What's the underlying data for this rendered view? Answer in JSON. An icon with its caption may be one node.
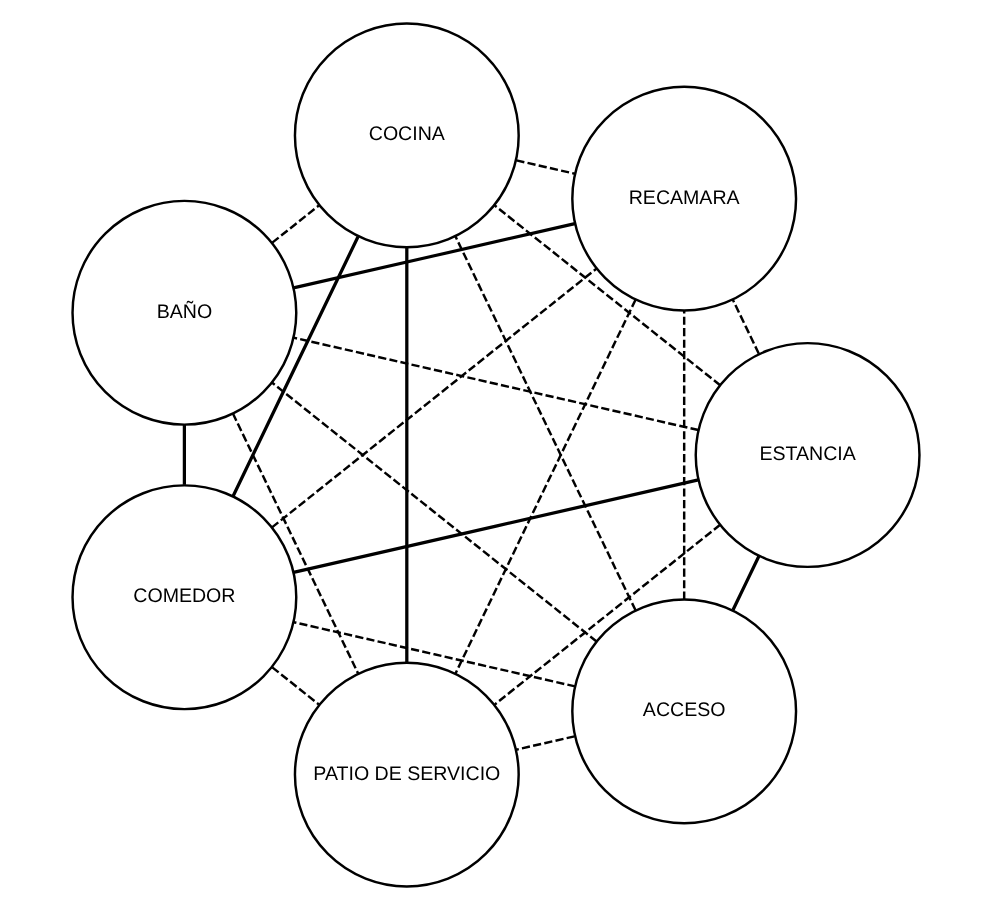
{
  "diagram": {
    "nodes": [
      {
        "text": [
          "ACCESO"
        ]
      },
      {
        "text": [
          "ESTANCIA"
        ]
      },
      {
        "text": [
          "COMEDOR"
        ]
      },
      {
        "text": [
          "BAÑO"
        ]
      },
      {
        "text": [
          "COCINA"
        ]
      },
      {
        "text": [
          "RECAMARA"
        ]
      },
      {
        "text": [
          "PATIO DE SERVICIO"
        ]
      }
    ],
    "edges": [
      {
        "from": 0,
        "to": 1,
        "arrow": "none"
      },
      {
        "from": 1,
        "to": 2,
        "arrow": "none"
      },
      {
        "from": 2,
        "to": 3,
        "arrow": "none"
      },
      {
        "from": 2,
        "to": 4,
        "arrow": "none"
      },
      {
        "from": 4,
        "to": 6,
        "arrow": "none"
      },
      {
        "from": 3,
        "to": 5,
        "arrow": "none"
      },
      {
        "from": 0,
        "to": 2,
        "arrow": "none",
        "style": "dashed"
      },
      {
        "from": 1,
        "to": 3,
        "arrow": "none",
        "style": "dashed"
      },
      {
        "from": 0,
        "to": 3,
        "arrow": "none",
        "style": "dashed"
      },
      {
        "from": 0,
        "to": 4,
        "arrow": "none",
        "style": "dashed"
      },
      {
        "from": 0,
        "to": 6,
        "arrow": "none",
        "style": "dashed"
      },
      {
        "from": 0,
        "to": 5,
        "arrow": "none",
        "style": "dashed"
      },
      {
        "from": 1,
        "to": 4,
        "arrow": "none",
        "style": "dashed"
      },
      {
        "from": 1,
        "to": 6,
        "arrow": "none",
        "style": "dashed"
      },
      {
        "from": 1,
        "to": 5,
        "arrow": "none",
        "style": "dashed"
      },
      {
        "from": 2,
        "to": 6,
        "arrow": "none",
        "style": "dashed"
      },
      {
        "from": 2,
        "to": 5,
        "arrow": "none",
        "style": "dashed"
      },
      {
        "from": 3,
        "to": 4,
        "arrow": "none",
        "style": "dashed"
      },
      {
        "from": 3,
        "to": 6,
        "arrow": "none",
        "style": "dashed"
      },
      {
        "from": 4,
        "to": 5,
        "arrow": "none",
        "style": "dashed"
      },
      {
        "from": 5,
        "to": 6,
        "arrow": "none",
        "style": "dashed"
      }
    ]
  }
}
